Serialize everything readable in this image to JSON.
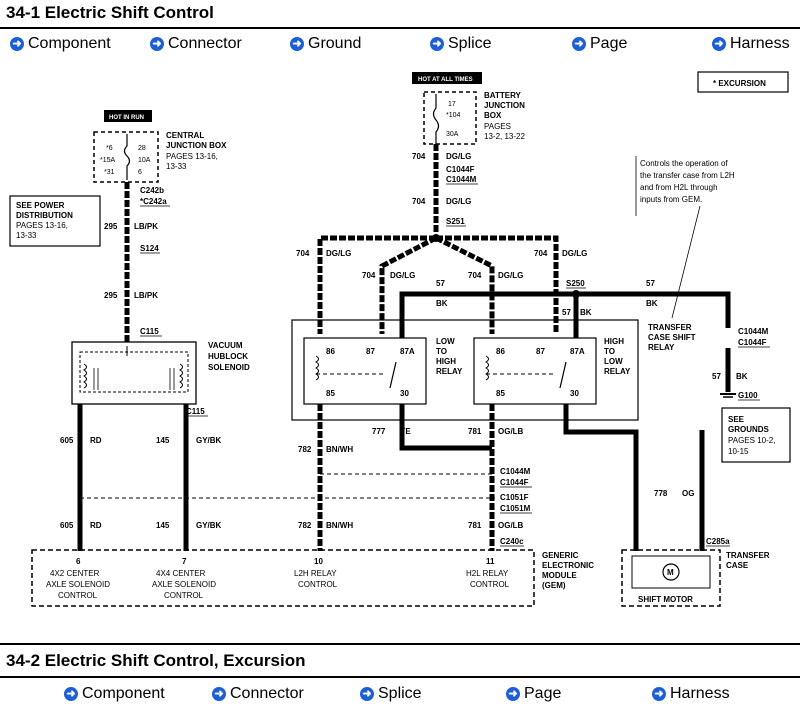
{
  "section1": {
    "title": "34-1 Electric Shift Control",
    "nav": [
      "Component",
      "Connector",
      "Ground",
      "Splice",
      "Page",
      "Harness"
    ]
  },
  "section2": {
    "title": "34-2 Electric Shift Control, Excursion",
    "nav": [
      "Component",
      "Connector",
      "Splice",
      "Page",
      "Harness"
    ]
  },
  "diagram": {
    "excursion": "* EXCURSION",
    "hot_run": "HOT IN RUN",
    "hot_all": "HOT AT ALL TIMES",
    "cjb": {
      "l1": "CENTRAL",
      "l2": "JUNCTION BOX",
      "l3": "PAGES 13-16,",
      "l4": "13-33",
      "p1": "*6",
      "p2": "28",
      "p3": "*15A",
      "p4": "10A",
      "p5": "*31",
      "p6": "6"
    },
    "bjb": {
      "l1": "BATTERY",
      "l2": "JUNCTION",
      "l3": "BOX",
      "l4": "PAGES",
      "l5": "13-2, 13-22",
      "p1": "17",
      "p2": "*104",
      "p3": "30A"
    },
    "power_note": {
      "l1": "SEE POWER",
      "l2": "DISTRIBUTION",
      "l3": "PAGES 13-16,",
      "l4": "13-33"
    },
    "callout": {
      "l1": "Controls the operation of",
      "l2": "the transfer case from L2H",
      "l3": "and from H2L through",
      "l4": "inputs from GEM."
    },
    "connectors": {
      "c242b": "C242b",
      "c242a": "*C242a",
      "c1044f_a": "C1044F",
      "c1044m_a": "C1044M",
      "s251": "S251",
      "s124": "S124",
      "c115_top": "C115",
      "c115_bot": "C115",
      "s250": "S250",
      "c1044m_b": "C1044M",
      "c1044f_b": "C1044F",
      "g100": "G100",
      "c1044m_c": "C1044M",
      "c1044f_c": "C1044F",
      "c1051f": "C1051F",
      "c1051m": "C1051M",
      "c240c": "C240c",
      "c285a": "C285a"
    },
    "wires": {
      "w295a": "295",
      "w295a_c": "LB/PK",
      "w295b": "295",
      "w295b_c": "LB/PK",
      "w704a": "704",
      "w704a_c": "DG/LG",
      "w704b": "704",
      "w704b_c": "DG/LG",
      "w704c": "704",
      "w704c_c": "DG/LG",
      "w704d": "704",
      "w704d_c": "DG/LG",
      "w704e": "704",
      "w704e_c": "DG/LG",
      "w704f": "704",
      "w704f_c": "DG/LG",
      "w57a": "57",
      "w57a_c": "BK",
      "w57b": "57",
      "w57b_c": "BK",
      "w57c": "57",
      "w57c_c": "BK",
      "w57d": "57",
      "w57d_c": "BK",
      "w605a": "605",
      "w605a_c": "RD",
      "w605b": "605",
      "w605b_c": "RD",
      "w145a": "145",
      "w145a_c": "GY/BK",
      "w145b": "145",
      "w145b_c": "GY/BK",
      "w782a": "782",
      "w782a_c": "BN/WH",
      "w782b": "782",
      "w782b_c": "BN/WH",
      "w777": "777",
      "w777_c": "YE",
      "w781a": "781",
      "w781a_c": "OG/LB",
      "w781b": "781",
      "w781b_c": "OG/LB",
      "w778": "778",
      "w778_c": "OG"
    },
    "solenoid": {
      "l1": "VACUUM",
      "l2": "HUBLOCK",
      "l3": "SOLENOID"
    },
    "relay_l2h": {
      "l1": "LOW",
      "l2": "TO",
      "l3": "HIGH",
      "l4": "RELAY",
      "p86": "86",
      "p87": "87",
      "p87a": "87A",
      "p85": "85",
      "p30": "30"
    },
    "relay_h2l": {
      "l1": "HIGH",
      "l2": "TO",
      "l3": "LOW",
      "l4": "RELAY",
      "p86": "86",
      "p87": "87",
      "p87a": "87A",
      "p85": "85",
      "p30": "30"
    },
    "tc_relay": {
      "l1": "TRANSFER",
      "l2": "CASE SHIFT",
      "l3": "RELAY"
    },
    "grounds_note": {
      "l1": "SEE",
      "l2": "GROUNDS",
      "l3": "PAGES 10-2,",
      "l4": "10-15"
    },
    "gem": {
      "n6": "6",
      "t6a": "4X2 CENTER",
      "t6b": "AXLE SOLENOID",
      "t6c": "CONTROL",
      "n7": "7",
      "t7a": "4X4 CENTER",
      "t7b": "AXLE SOLENOID",
      "t7c": "CONTROL",
      "n10": "10",
      "t10a": "L2H RELAY",
      "t10b": "CONTROL",
      "n11": "11",
      "t11a": "H2L RELAY",
      "t11b": "CONTROL",
      "l1": "GENERIC",
      "l2": "ELECTRONIC",
      "l3": "MODULE",
      "l4": "(GEM)"
    },
    "tcase": {
      "l1": "TRANSFER",
      "l2": "CASE",
      "motor": "SHIFT MOTOR",
      "m": "M"
    }
  }
}
